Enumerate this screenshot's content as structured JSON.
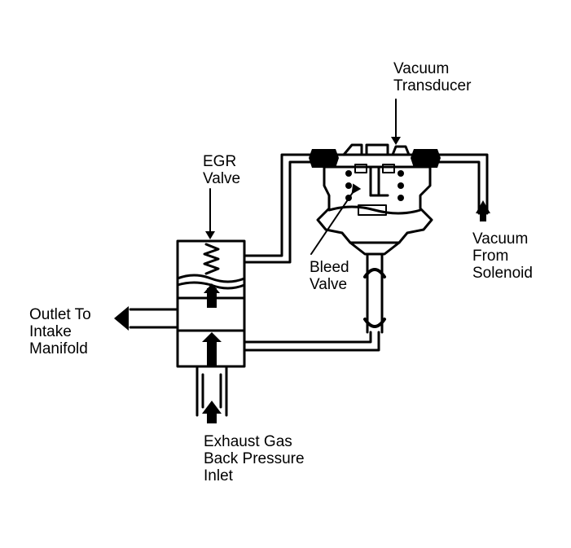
{
  "labels": {
    "vacuum_transducer": [
      "Vacuum",
      "Transducer"
    ],
    "egr_valve": [
      "EGR",
      "Valve"
    ],
    "vacuum_from_solenoid": [
      "Vacuum",
      "From",
      "Solenoid"
    ],
    "bleed_valve": [
      "Bleed",
      "Valve"
    ],
    "outlet_to_intake_manifold": [
      "Outlet To",
      "Intake",
      "Manifold"
    ],
    "exhaust_gas_inlet": [
      "Exhaust Gas",
      "Back Pressure",
      "Inlet"
    ]
  },
  "colors": {
    "ink": "#000000",
    "paper": "#ffffff"
  }
}
